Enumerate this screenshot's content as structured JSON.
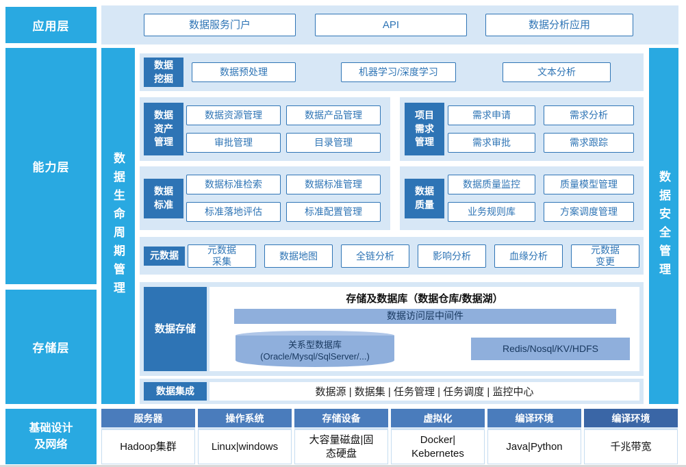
{
  "colors": {
    "cyan": "#29A9E1",
    "dark_blue": "#2E74B5",
    "light_blue_bg": "#D7E7F6",
    "mid_blue": "#8FAFDC",
    "header_blue": "#4A7CBC",
    "header_blue_dark": "#3A66A6"
  },
  "app_layer": {
    "label": "应用层",
    "buttons": [
      "数据服务门户",
      "API",
      "数据分析应用"
    ]
  },
  "capability_layer": {
    "label": "能力层"
  },
  "storage_layer": {
    "label": "存储层"
  },
  "bars": {
    "lifecycle": "数据生命周期管理",
    "security": "数据安全管理"
  },
  "mining": {
    "label": "数据\n挖掘",
    "buttons": [
      "数据预处理",
      "机器学习/深度学习",
      "文本分析"
    ]
  },
  "asset": {
    "label": "数据\n资产\n管理",
    "buttons": [
      "数据资源管理",
      "数据产品管理",
      "审批管理",
      "目录管理"
    ]
  },
  "project": {
    "label": "项目\n需求\n管理",
    "buttons": [
      "需求申请",
      "需求分析",
      "需求审批",
      "需求跟踪"
    ]
  },
  "standard": {
    "label": "数据\n标准",
    "buttons": [
      "数据标准检索",
      "数据标准管理",
      "标准落地评估",
      "标准配置管理"
    ]
  },
  "quality": {
    "label": "数据\n质量",
    "buttons": [
      "数据质量监控",
      "质量模型管理",
      "业务规则库",
      "方案调度管理"
    ]
  },
  "metadata": {
    "label": "元数据",
    "buttons": [
      "元数据\n采集",
      "数据地图",
      "全链分析",
      "影响分析",
      "血缘分析",
      "元数据\n变更"
    ]
  },
  "data_storage": {
    "label": "数据存储",
    "title": "存储及数据库（数据仓库/数据湖）",
    "middleware": "数据访问层中间件",
    "relational_db": "关系型数据库\n(Oracle/Mysql/SqlServer/...)",
    "nosql": "Redis/Nosql/KV/HDFS"
  },
  "data_integration": {
    "label": "数据集成",
    "content": "数据源 | 数据集 | 任务管理 | 任务调度 | 监控中心"
  },
  "infrastructure": {
    "label": "基础设计\n及网络",
    "columns": [
      {
        "header": "服务器",
        "body": "Hadoop集群"
      },
      {
        "header": "操作系统",
        "body": "Linux|windows"
      },
      {
        "header": "存储设备",
        "body": "大容量磁盘|固\n态硬盘"
      },
      {
        "header": "虚拟化",
        "body": "Docker|\nKebernetes"
      },
      {
        "header": "编译环境",
        "body": "Java|Python"
      },
      {
        "header": "编译环境",
        "body": "千兆带宽"
      }
    ]
  }
}
